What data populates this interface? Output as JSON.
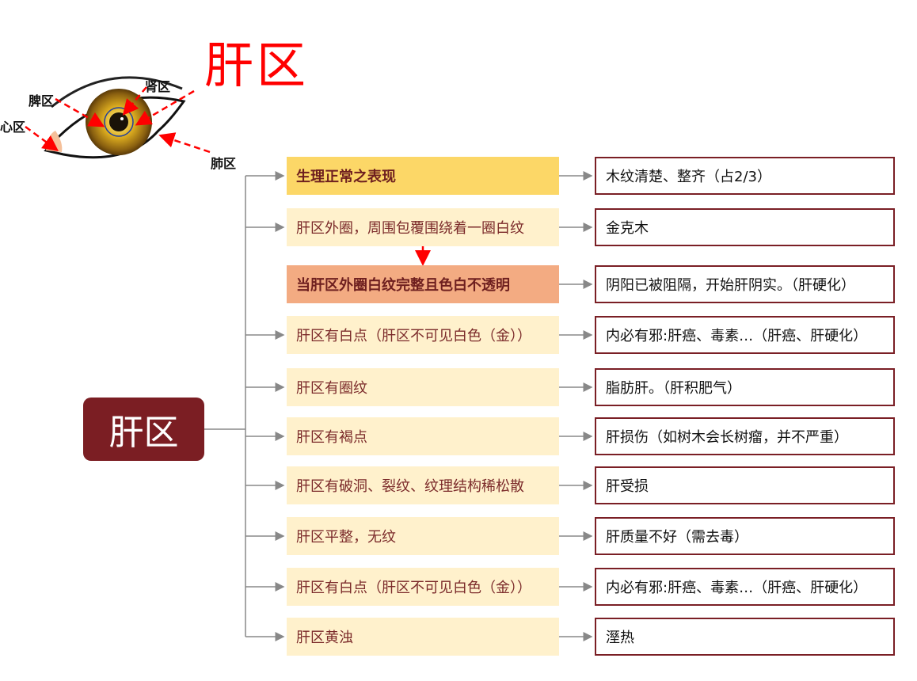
{
  "eye_labels": {
    "title": "肝区",
    "kidney": "肾区",
    "spleen": "脾区",
    "heart": "心区",
    "lung": "肺区"
  },
  "root": "肝区",
  "rows": [
    {
      "cond": "生理正常之表现",
      "type": "strong",
      "result": "木纹清楚、整齐（占2/3）",
      "trunk_arrow": true
    },
    {
      "cond": "肝区外圈，周围包覆围绕着一圈白纹",
      "type": "normal",
      "result": "金克木",
      "trunk_arrow": true
    },
    {
      "cond": "当肝区外圈白纹完整且色白不透明",
      "type": "alert",
      "result": "阴阳已被阻隔，开始肝阴实。（肝硬化）",
      "trunk_arrow": false
    },
    {
      "cond": "肝区有白点（肝区不可见白色（金））",
      "type": "normal",
      "result": "内必有邪:肝癌、毒素…（肝癌、肝硬化）",
      "trunk_arrow": true
    },
    {
      "cond": "肝区有圈纹",
      "type": "normal",
      "result": "脂肪肝。（肝积肥气）",
      "trunk_arrow": true
    },
    {
      "cond": "肝区有褐点",
      "type": "normal",
      "result": "肝损伤（如树木会长树瘤，并不严重）",
      "trunk_arrow": true
    },
    {
      "cond": "肝区有破洞、裂纹、纹理结构稀松散",
      "type": "normal",
      "result": "肝受损",
      "trunk_arrow": true
    },
    {
      "cond": "肝区平整，无纹",
      "type": "normal",
      "result": "肝质量不好（需去毒）",
      "trunk_arrow": true
    },
    {
      "cond": "肝区有白点（肝区不可见白色（金））",
      "type": "normal",
      "result": "内必有邪:肝癌、毒素…（肝癌、肝硬化）",
      "trunk_arrow": true
    },
    {
      "cond": "肝区黄浊",
      "type": "normal",
      "result": "溼热",
      "trunk_arrow": true
    }
  ],
  "colors": {
    "root": "#7b1e23",
    "strong": "#fcd767",
    "normal": "#fff1cc",
    "alert": "#f3ab82",
    "border": "#7a1f25"
  }
}
